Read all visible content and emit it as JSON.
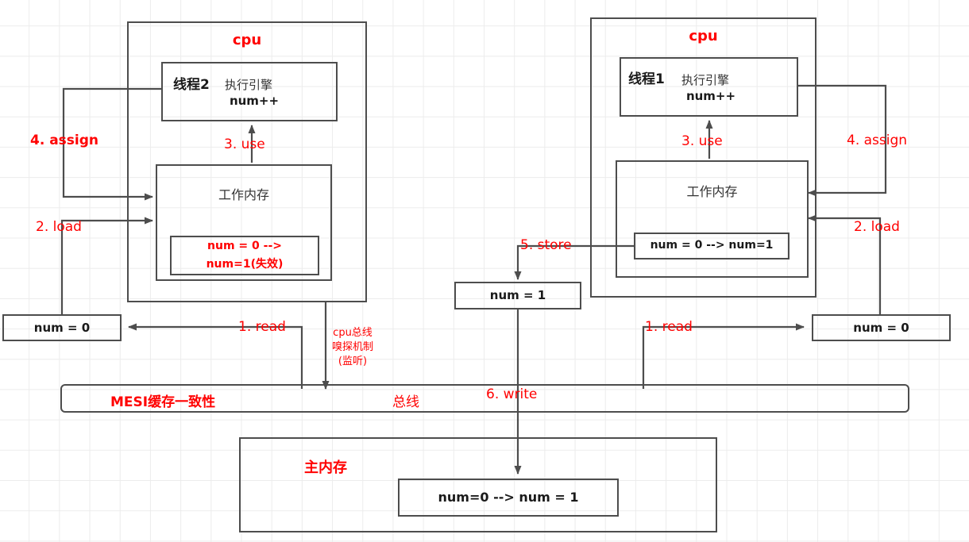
{
  "diagram": {
    "title": "JMM MESI cache coherence diagram",
    "colors": {
      "accent_red": "#ff0000",
      "line": "#4d4d4d",
      "grid": "#ececec"
    }
  },
  "left_cpu": {
    "title": "cpu",
    "thread": {
      "name": "线程2",
      "engine": "执行引擎",
      "op": "num++"
    },
    "working_memory": {
      "title": "工作内存",
      "value_line1": "num = 0 -->",
      "value_line2": "num=1(失效)"
    },
    "labels": {
      "use": "3. use",
      "assign": "4. assign",
      "load": "2. load",
      "read": "1. read"
    },
    "cache_box": "num = 0",
    "snoop": {
      "line1": "cpu总线",
      "line2": "嗅探机制",
      "line3": "(监听)"
    }
  },
  "right_cpu": {
    "title": "cpu",
    "thread": {
      "name": "线程1",
      "engine": "执行引擎",
      "op": "num++"
    },
    "working_memory": {
      "title": "工作内存",
      "value": "num = 0 --> num=1"
    },
    "labels": {
      "use": "3. use",
      "assign": "4. assign",
      "load": "2. load",
      "read": "1. read",
      "store": "5. store"
    },
    "cache_box": "num = 0"
  },
  "middle": {
    "store_box": "num = 1",
    "write_label": "6. write"
  },
  "bus": {
    "mesi_label": "MESI缓存一致性",
    "bus_label": "总线"
  },
  "main_memory": {
    "title": "主内存",
    "value": "num=0  --> num = 1"
  }
}
